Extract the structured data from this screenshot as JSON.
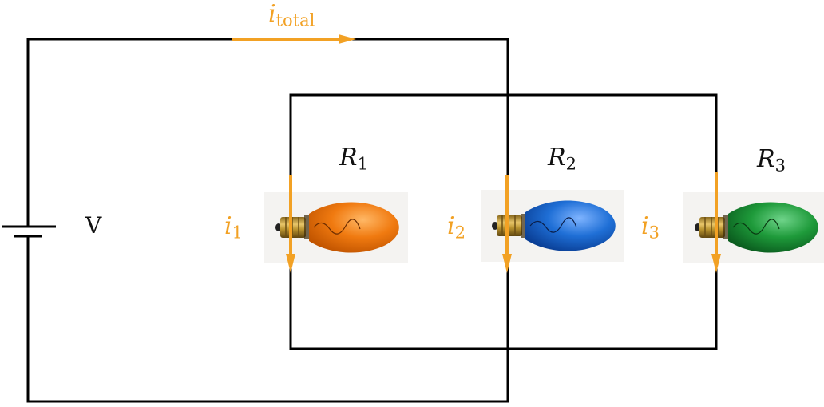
{
  "diagram": {
    "type": "parallel-circuit",
    "source": {
      "label": "V"
    },
    "total_current": {
      "symbol": "i",
      "subscript": "total"
    },
    "branches": [
      {
        "resistor_symbol": "R",
        "resistor_sub": "1",
        "current_symbol": "i",
        "current_sub": "1",
        "bulb_color": "#f07a10"
      },
      {
        "resistor_symbol": "R",
        "resistor_sub": "2",
        "current_symbol": "i",
        "current_sub": "2",
        "bulb_color": "#1f6fd6"
      },
      {
        "resistor_symbol": "R",
        "resistor_sub": "3",
        "current_symbol": "i",
        "current_sub": "3",
        "bulb_color": "#1e9a3a"
      }
    ],
    "colors": {
      "wire": "#000000",
      "current_arrow": "#f2a124",
      "background": "#ffffff"
    }
  }
}
